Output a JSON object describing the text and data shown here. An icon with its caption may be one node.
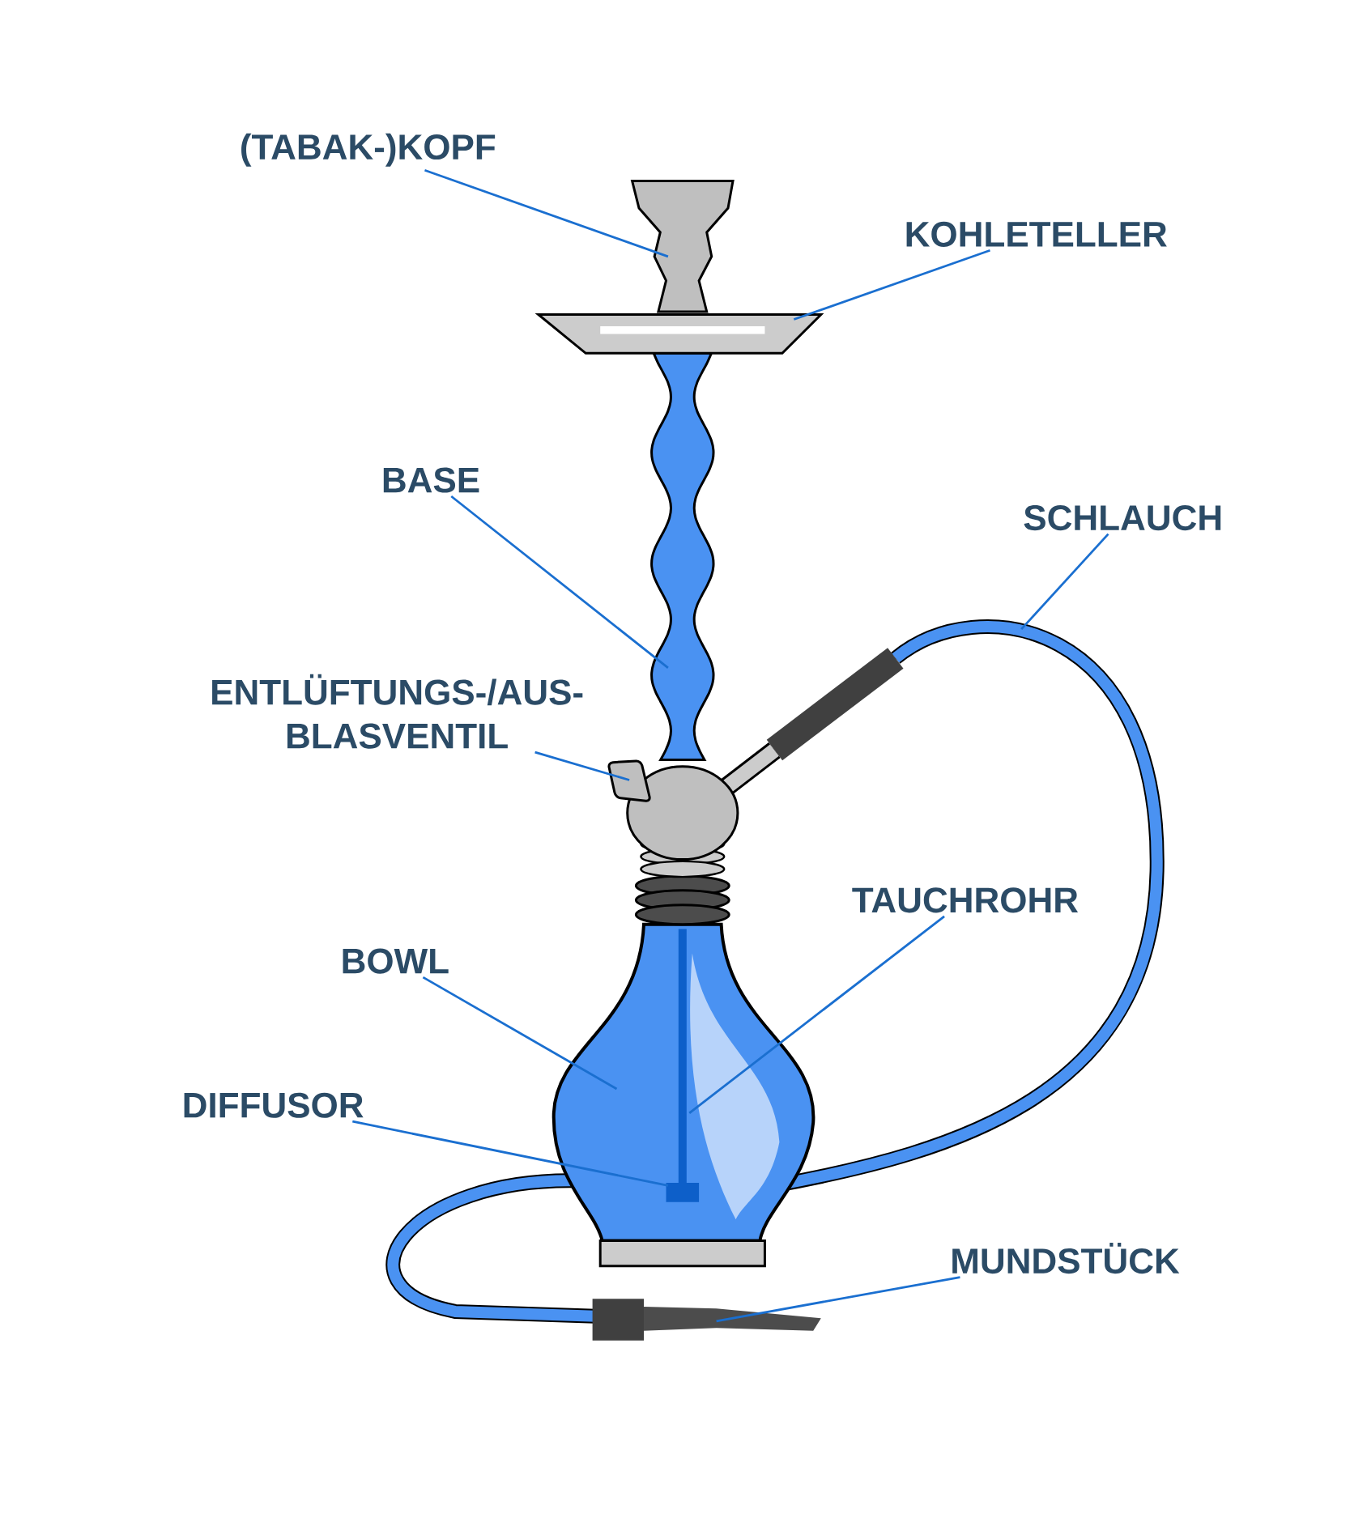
{
  "diagram": {
    "nodes": [
      {
        "text": [
          "(TABAK-)KOPF"
        ]
      },
      {
        "text": [
          "KOHLETELLER"
        ]
      },
      {
        "text": [
          "BASE"
        ]
      },
      {
        "text": [
          "SCHLAUCH"
        ]
      },
      {
        "text": [
          "ENTLÜFTUNGS-/AUS- BLASVENTIL"
        ]
      },
      {
        "text": [
          "TAUCHROHR"
        ]
      },
      {
        "text": [
          "BOWL"
        ]
      },
      {
        "text": [
          "DIFFUSOR"
        ]
      },
      {
        "text": [
          "MUNDSTÜCK"
        ]
      }
    ],
    "edges": [
      {
        "from": 0,
        "to": null,
        "arrow": "none"
      },
      {
        "from": 1,
        "to": null,
        "arrow": "none"
      },
      {
        "from": 2,
        "to": null,
        "arrow": "none"
      },
      {
        "from": 3,
        "to": null,
        "arrow": "none"
      },
      {
        "from": 4,
        "to": null,
        "arrow": "none"
      },
      {
        "from": 5,
        "to": null,
        "arrow": "none"
      },
      {
        "from": 6,
        "to": null,
        "arrow": "none"
      },
      {
        "from": 7,
        "to": null,
        "arrow": "none"
      },
      {
        "from": 8,
        "to": null,
        "arrow": "none"
      }
    ]
  }
}
